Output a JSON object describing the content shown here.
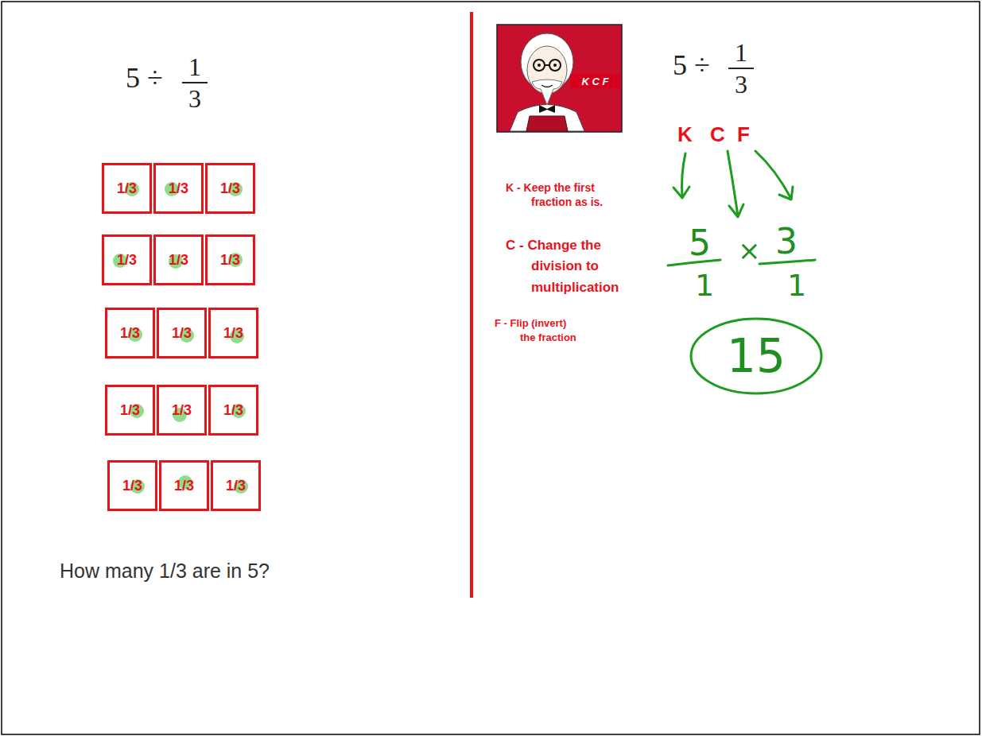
{
  "diagram": {
    "nodes": [
      {
        "text": [
          "1/3"
        ]
      },
      {
        "text": [
          "1/3"
        ]
      },
      {
        "text": [
          "1/3"
        ]
      },
      {
        "text": [
          "1/3"
        ]
      },
      {
        "text": [
          "1/3"
        ]
      },
      {
        "text": [
          "1/3"
        ]
      },
      {
        "text": [
          "1/3"
        ]
      },
      {
        "text": [
          "1/3"
        ]
      },
      {
        "text": [
          "1/3"
        ]
      },
      {
        "text": [
          "1/3"
        ]
      },
      {
        "text": [
          "1/3"
        ]
      },
      {
        "text": [
          "1/3"
        ]
      },
      {
        "text": [
          "1/3"
        ]
      },
      {
        "text": [
          "1/3"
        ]
      },
      {
        "text": [
          "1/3"
        ]
      },
      {
        "text": [
          "K C F"
        ]
      },
      {
        "text": [
          "15"
        ]
      }
    ],
    "labels": [
      "5 ÷",
      "1",
      "3",
      "How many 1/3 are in 5?",
      "5 ÷",
      "1",
      "3",
      "K",
      "C",
      "F",
      "K - Keep the first fraction as is.",
      "C - Change the division to multiplication",
      "F - Flip (invert) the fraction",
      "5",
      "1",
      "×",
      "3",
      "1"
    ]
  }
}
